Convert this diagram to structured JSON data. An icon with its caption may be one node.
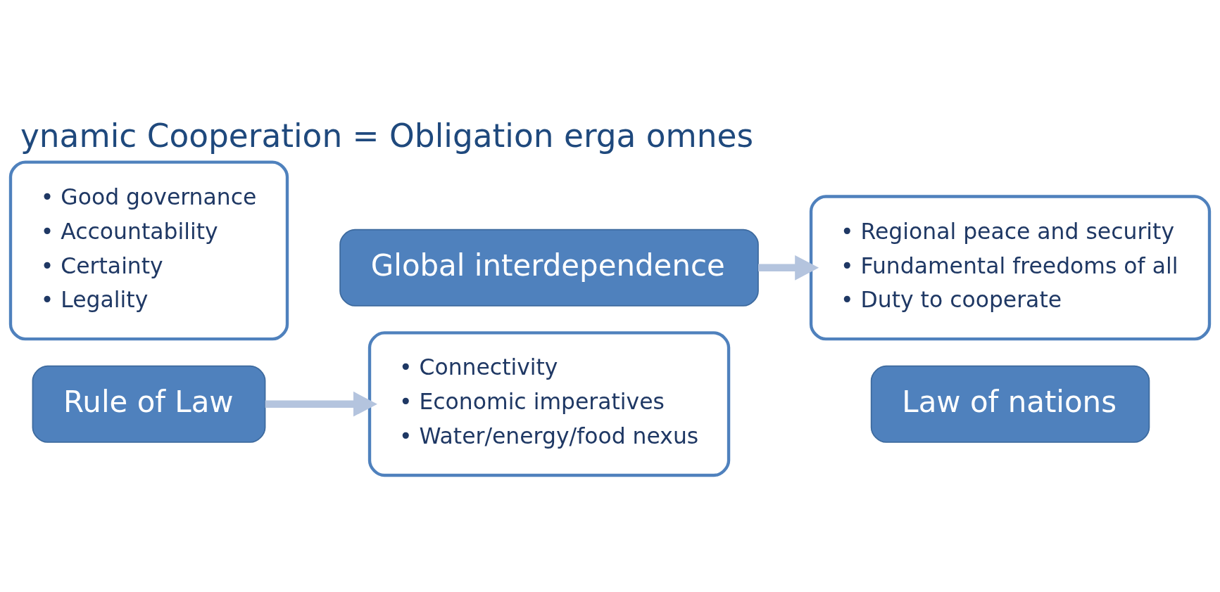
{
  "diagram": {
    "title": "ynamic Cooperation = Obligation erga omnes",
    "nodes": [
      {
        "text": [
          "• Good governance",
          "• Accountability",
          "• Certainty",
          "• Legality"
        ]
      },
      {
        "text": [
          "Rule of Law"
        ]
      },
      {
        "text": [
          "Global interdependence"
        ]
      },
      {
        "text": [
          "• Connectivity",
          "• Economic imperatives",
          "• Water/energy/food nexus"
        ]
      },
      {
        "text": [
          "• Regional peace and security",
          "• Fundamental freedoms of all",
          "• Duty to cooperate"
        ]
      },
      {
        "text": [
          "Law of nations"
        ]
      }
    ],
    "edges": [
      {
        "from": 1,
        "to": 3,
        "arrow": "to"
      },
      {
        "from": 2,
        "to": 4,
        "arrow": "to"
      }
    ]
  }
}
